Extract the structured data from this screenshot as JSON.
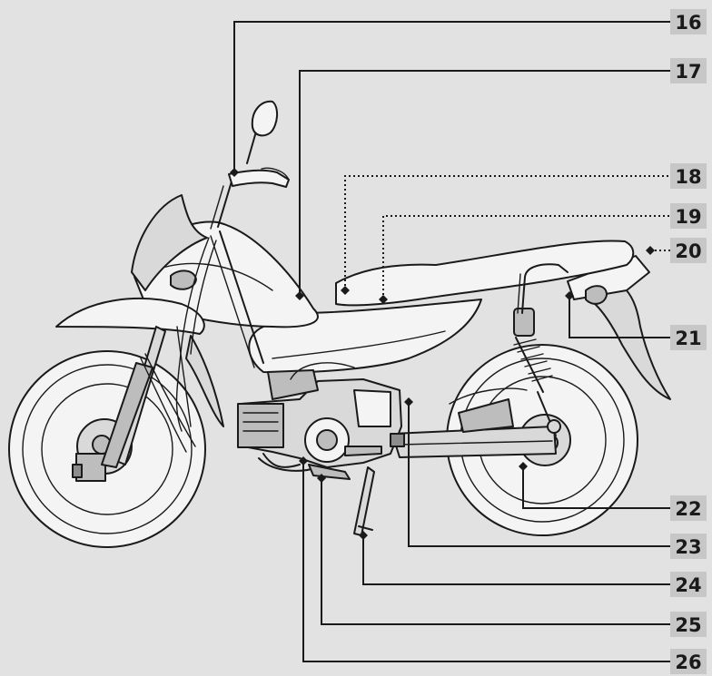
{
  "callouts": [
    {
      "number": "16",
      "style": "solid"
    },
    {
      "number": "17",
      "style": "solid"
    },
    {
      "number": "18",
      "style": "dotted"
    },
    {
      "number": "19",
      "style": "dotted"
    },
    {
      "number": "20",
      "style": "dotted"
    },
    {
      "number": "21",
      "style": "solid"
    },
    {
      "number": "22",
      "style": "solid"
    },
    {
      "number": "23",
      "style": "solid"
    },
    {
      "number": "24",
      "style": "solid"
    },
    {
      "number": "25",
      "style": "solid"
    },
    {
      "number": "26",
      "style": "solid"
    }
  ],
  "colors": {
    "background": "#e2e2e2",
    "badge": "#c7c7c7",
    "ink": "#1a1a1a"
  }
}
